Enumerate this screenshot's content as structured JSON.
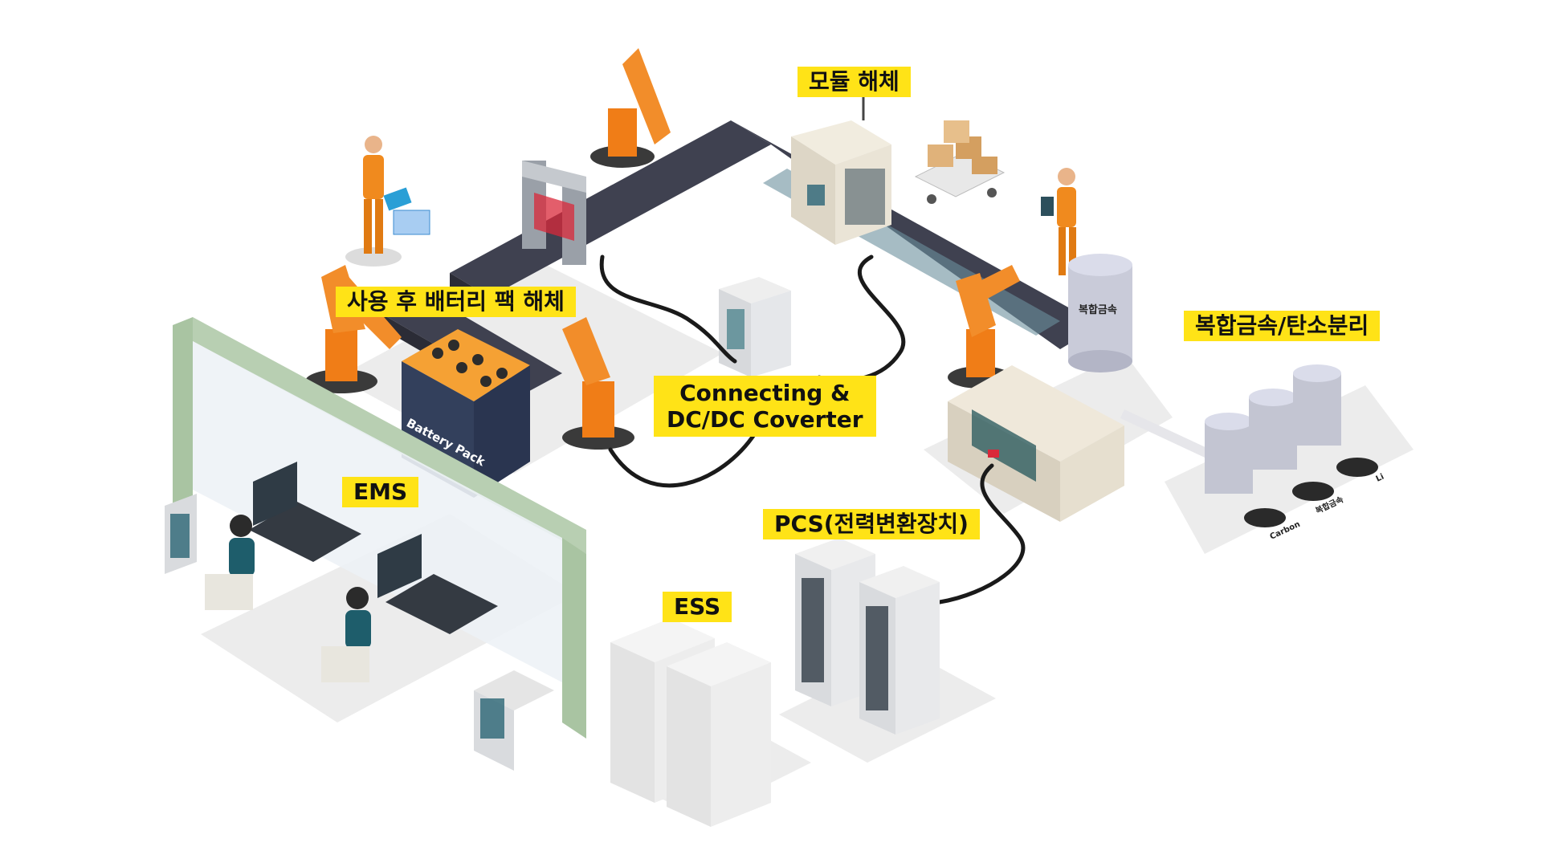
{
  "labels": {
    "module_dismantle": "모듈 해체",
    "pack_dismantle": "사용 후 배터리 팩 해체",
    "separation": "복합금속/탄소분리",
    "connecting_line1": "Connecting &",
    "connecting_line2": "DC/DC Coverter",
    "ems": "EMS",
    "pcs": "PCS(전력변환장치)",
    "ess": "ESS"
  },
  "equipment_text": {
    "battery_pack": "Battery Pack",
    "tank": "복합금속",
    "output_carbon": "Carbon",
    "output_composite": "복합금속",
    "output_li": "Li"
  },
  "colors": {
    "label_bg": "#ffe317",
    "robot_orange": "#f07d17",
    "conveyor": "#3f4150",
    "floor": "#ebebeb",
    "cable": "#1a1a1a",
    "rack": "#e2e4e6",
    "screen": "#2f3b45",
    "teal": "#1e5d6b"
  }
}
